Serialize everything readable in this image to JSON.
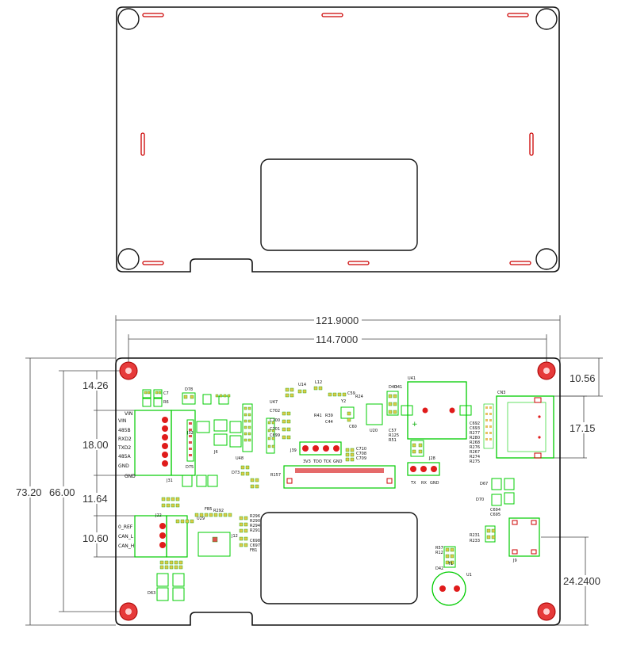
{
  "colors": {
    "outline": "#111111",
    "silkscreen": "#00cc00",
    "pad": "#e8e8a0",
    "slot": "#cc0000",
    "dimension": "#444444"
  },
  "dimensions": {
    "overall_width": "121.9000",
    "hole_spacing": "114.7000",
    "left_overall": "73.20",
    "left_inner": "66.00",
    "seg1": "14.26",
    "seg2": "18.00",
    "seg3": "11.64",
    "seg4": "10.60",
    "right_top": "10.56",
    "right_cn3": "17.15",
    "right_bottom": "24.2400"
  },
  "terminals": {
    "j32": {
      "ref": "J32",
      "pins": [
        "VIN",
        "VIN",
        "485B",
        "RXD2",
        "TXD2",
        "485A",
        "GND",
        "GND"
      ]
    },
    "can": {
      "ref": "J22",
      "pins": [
        "0_REF",
        "CAN_L",
        "CAN_H"
      ]
    },
    "header": {
      "ref": "J28",
      "pins": [
        "TX",
        "RX",
        "GND"
      ]
    },
    "jtag": {
      "ref": "J39",
      "pins": [
        "3V3",
        "TDO",
        "TCK",
        "GND"
      ]
    }
  },
  "refdes": {
    "u41": "U41",
    "cn3": "CN3",
    "u47": "U47",
    "u14": "U14",
    "l12": "L12",
    "d78": "D78",
    "c7": "C7",
    "r6": "R6",
    "u1": "U1",
    "j9": "J9",
    "d42": "D42",
    "d67": "D67",
    "d70": "D70",
    "u20": "U20",
    "j6": "J6",
    "u29": "U29",
    "j12": "J12",
    "d73": "D73",
    "d75": "D75",
    "u48": "U48",
    "d63": "D63",
    "j31": "J31",
    "c702": "C702",
    "c700": "C700",
    "c701": "C701",
    "c699": "C699",
    "c710": "C710",
    "c708": "C708",
    "c709": "C709",
    "r157": "R157",
    "r41": "R41",
    "r39": "R39",
    "c44": "C44",
    "c57": "C57",
    "r125": "R125",
    "r51": "R51",
    "r231": "R231",
    "r233": "R233",
    "r57": "R57",
    "r12": "R12",
    "t1": "T1",
    "c692": "C692",
    "c693": "C693",
    "r277": "R277",
    "r280": "R280",
    "r268": "R268",
    "r276": "R276",
    "r267": "R267",
    "r274": "R274",
    "r275": "R275",
    "c694": "C694",
    "c695": "C695",
    "fb5": "FB5",
    "r292": "R292",
    "r296": "R296",
    "r290": "R290",
    "r294": "R294",
    "r291": "R291",
    "c698": "C698",
    "c697": "C697",
    "fb1": "FB1",
    "d40": "D40",
    "d41": "D41",
    "r24": "R24",
    "c59": "C59",
    "c60": "C60",
    "y2": "Y2"
  }
}
